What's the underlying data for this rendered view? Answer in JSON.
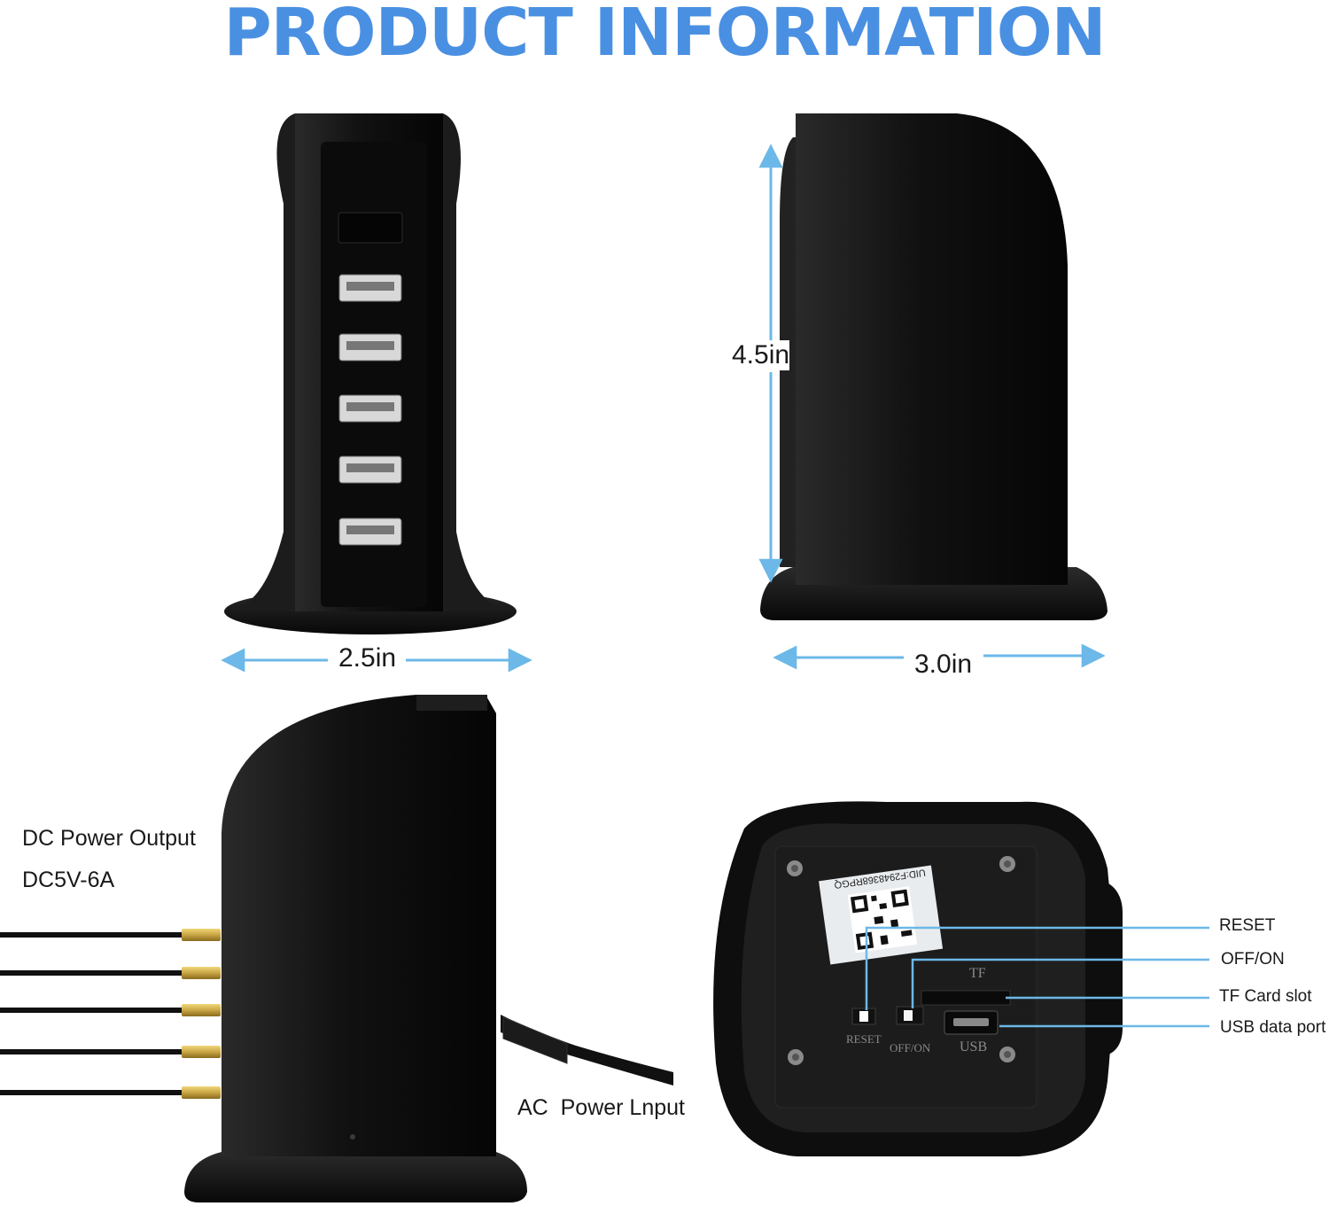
{
  "title": "PRODUCT INFORMATION",
  "colors": {
    "title": "#4a90e2",
    "arrow": "#6cb8e8",
    "product": "#141414",
    "cable_tip": "#c9a544"
  },
  "dimensions": {
    "width": "2.5in",
    "height": "4.5in",
    "depth": "3.0in"
  },
  "side_view": {
    "output_title": "DC Power Output",
    "output_spec": "DC5V-6A",
    "input_label": "AC  Power Lnput"
  },
  "bottom_view": {
    "uid_text": "UID:F2948368RPGQ",
    "callouts": [
      "RESET",
      "OFF/ON",
      "TF Card slot",
      "USB data port"
    ],
    "embossed": {
      "reset": "RESET",
      "onoff": "OFF/ON",
      "usb": "USB",
      "tf": "TF"
    }
  }
}
